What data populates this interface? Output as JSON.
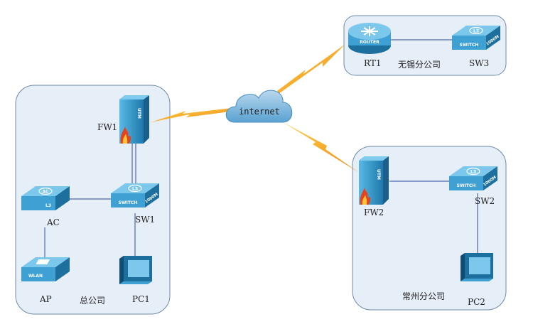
{
  "sites": {
    "hq": {
      "name": "总公司"
    },
    "changzhou": {
      "name": "常州分公司"
    },
    "wuxi": {
      "name": "无锡分公司"
    }
  },
  "devices": {
    "fw1": {
      "label": "FW1",
      "badge": "UTM"
    },
    "fw2": {
      "label": "FW2",
      "badge": "UTM"
    },
    "sw1": {
      "label": "SW1",
      "top": "L3",
      "brand": "SWITCH",
      "speed": "1000M"
    },
    "sw2": {
      "label": "SW2",
      "top": "L3",
      "brand": "SWITCH",
      "speed": "1000M"
    },
    "sw3": {
      "label": "SW3",
      "top": "L3",
      "brand": "SWITCH",
      "speed": "1000M"
    },
    "ac": {
      "label": "AC",
      "top": "AC",
      "sub": "L3"
    },
    "ap": {
      "label": "AP",
      "brand": "WLAN"
    },
    "pc1": {
      "label": "PC1"
    },
    "pc2": {
      "label": "PC2"
    },
    "rt1": {
      "label": "RT1",
      "brand": "ROUTER"
    }
  },
  "cloud": {
    "label": "internet"
  },
  "colors": {
    "box": "#e6eef7",
    "border": "#6f8aa8",
    "device": "#3fa0d4",
    "deviceDark": "#1d6f9e",
    "link": "#4d67b0",
    "wan": "#f29a1a"
  }
}
